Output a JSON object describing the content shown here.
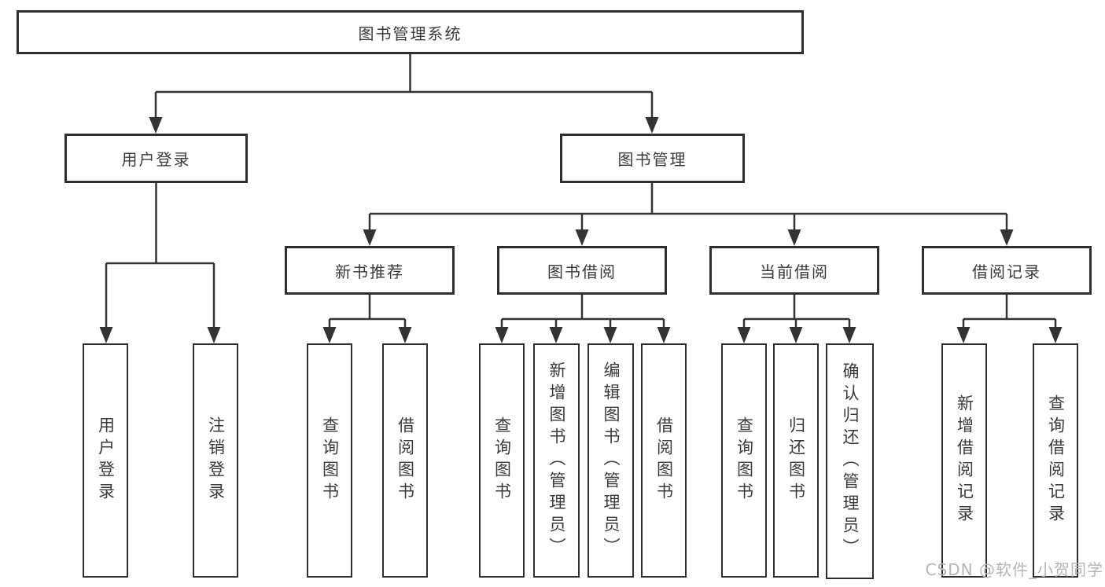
{
  "tree": {
    "label": "图书管理系统",
    "children": [
      {
        "label": "用户登录",
        "children": [
          {
            "label": "用户登录"
          },
          {
            "label": "注销登录"
          }
        ]
      },
      {
        "label": "图书管理",
        "children": [
          {
            "label": "新书推荐",
            "children": [
              {
                "label": "查询图书"
              },
              {
                "label": "借阅图书"
              }
            ]
          },
          {
            "label": "图书借阅",
            "children": [
              {
                "label": "查询图书"
              },
              {
                "label": "新增图书（管理员）"
              },
              {
                "label": "编辑图书（管理员）"
              },
              {
                "label": "借阅图书"
              }
            ]
          },
          {
            "label": "当前借阅",
            "children": [
              {
                "label": "查询图书"
              },
              {
                "label": "归还图书"
              },
              {
                "label": "确认归还（管理员）"
              }
            ]
          },
          {
            "label": "借阅记录",
            "children": [
              {
                "label": "新增借阅记录"
              },
              {
                "label": "查询借阅记录"
              }
            ]
          }
        ]
      }
    ]
  },
  "watermark": {
    "text": "CSDN @软件_小贺同学"
  },
  "colors": {
    "background": "#ffffff",
    "line": "#333333",
    "box_border": "#2e2e2e",
    "text": "#3a3a3a",
    "watermark": "#b5b5b5"
  }
}
